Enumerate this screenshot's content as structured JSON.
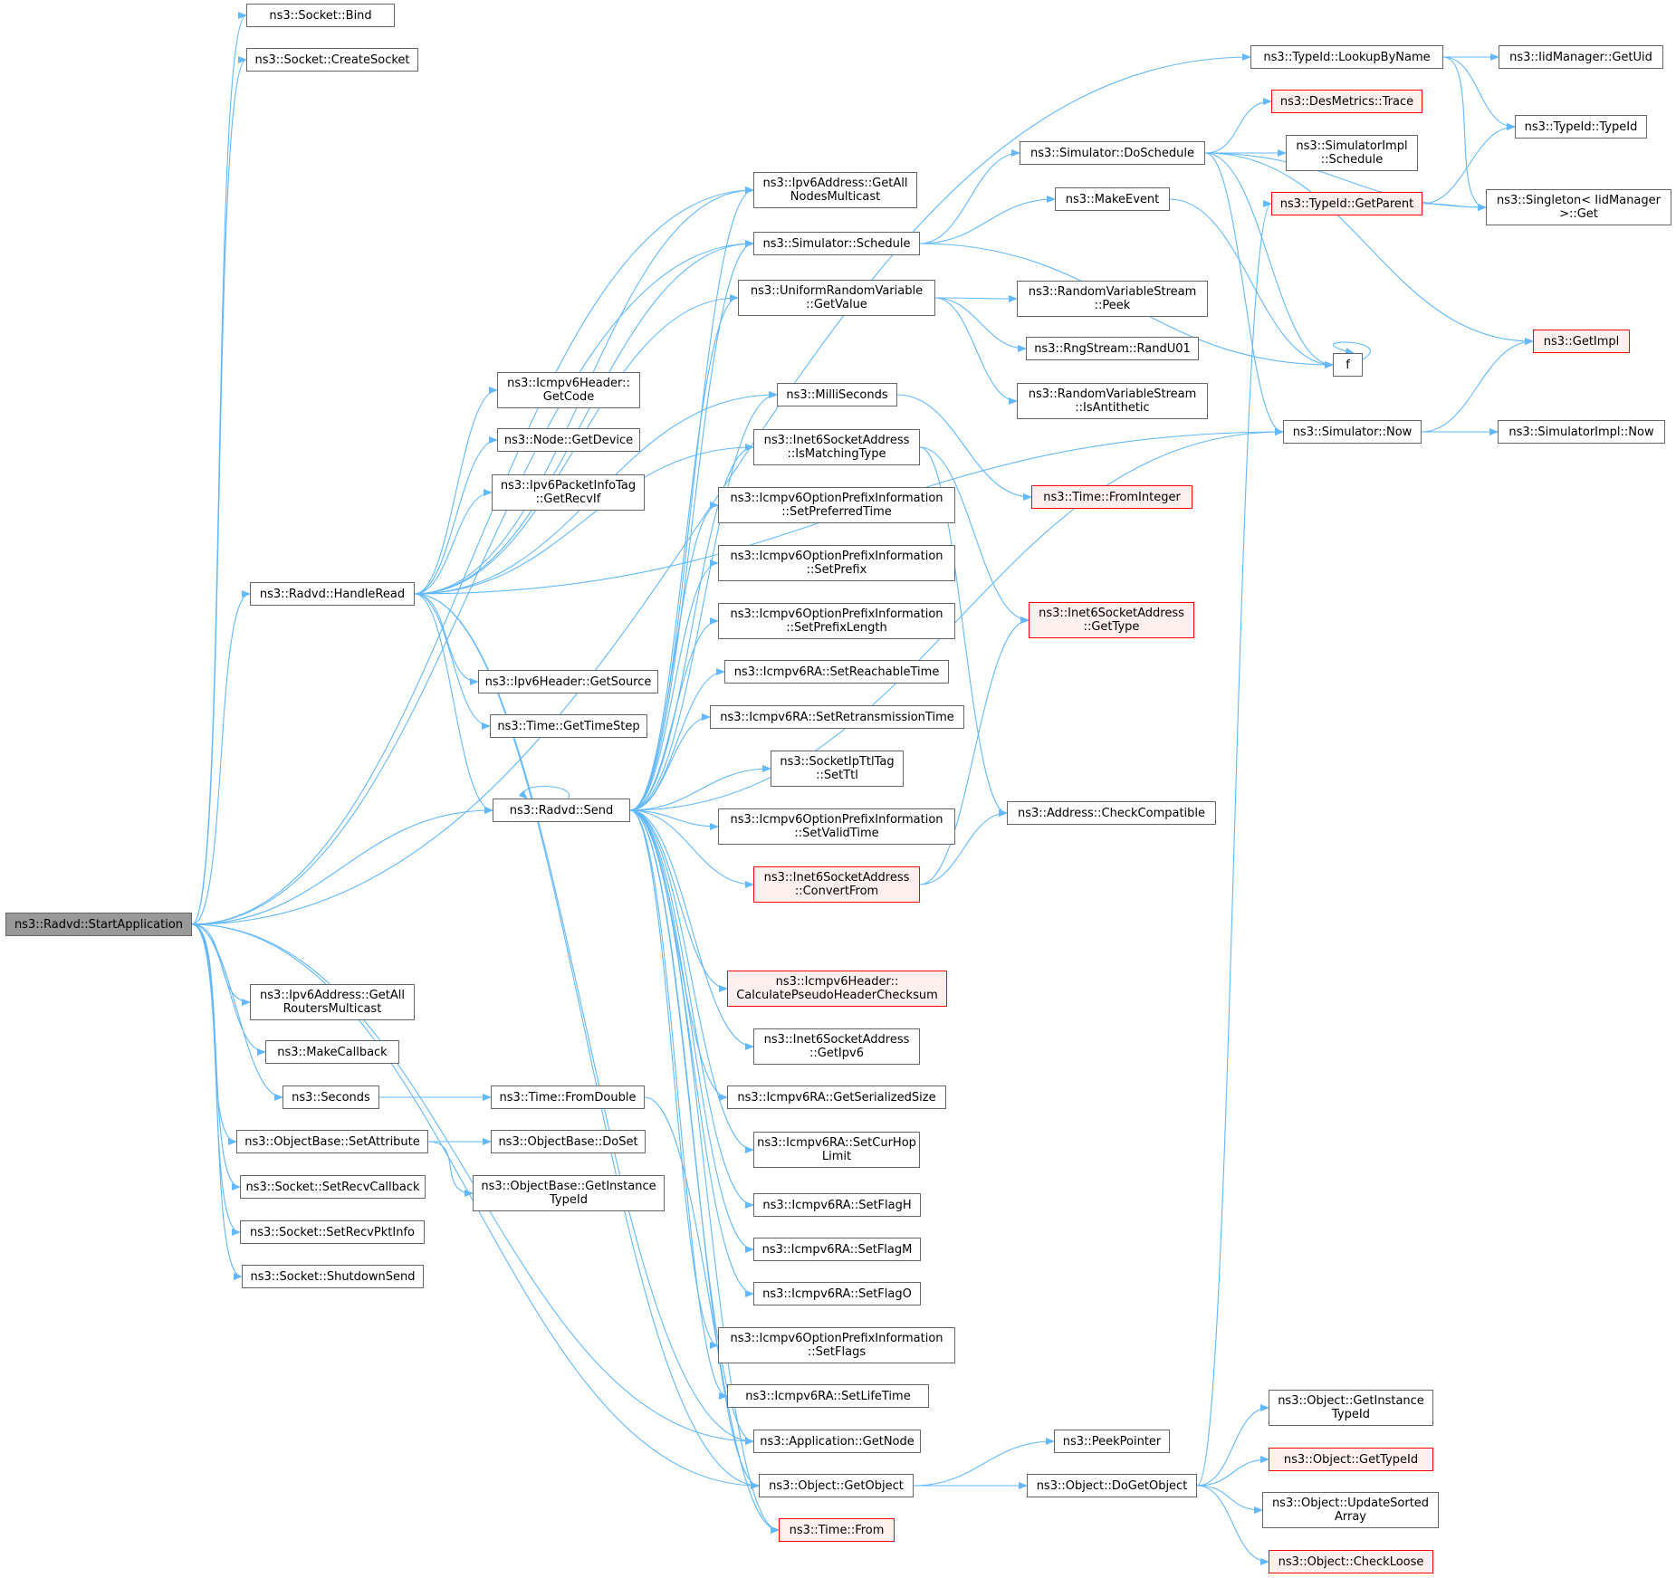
{
  "diagram": {
    "title": "",
    "root": "ns3::Radvd::StartApplication",
    "colors": {
      "edge": "#63b8ff",
      "node_border": "#666666",
      "node_fill": "#ffffff",
      "current_fill": "#999999",
      "truncated_border": "#ff0000",
      "truncated_fill": "#fff0f0"
    },
    "nodes": [
      {
        "id": "start",
        "lines": [
          "ns3::Radvd::StartApplication"
        ],
        "style": "current"
      },
      {
        "id": "bind",
        "lines": [
          "ns3::Socket::Bind"
        ]
      },
      {
        "id": "createsocket",
        "lines": [
          "ns3::Socket::CreateSocket"
        ]
      },
      {
        "id": "getallnodes",
        "lines": [
          "ns3::Ipv6Address::GetAll",
          "NodesMulticast"
        ]
      },
      {
        "id": "schedule",
        "lines": [
          "ns3::Simulator::Schedule"
        ]
      },
      {
        "id": "urvgetvalue",
        "lines": [
          "ns3::UniformRandomVariable",
          "::GetValue"
        ]
      },
      {
        "id": "icmpgetcode",
        "lines": [
          "ns3::Icmpv6Header::",
          "GetCode"
        ]
      },
      {
        "id": "nodegetdevice",
        "lines": [
          "ns3::Node::GetDevice"
        ]
      },
      {
        "id": "getrecvif",
        "lines": [
          "ns3::Ipv6PacketInfoTag",
          "::GetRecvIf"
        ]
      },
      {
        "id": "handleread",
        "lines": [
          "ns3::Radvd::HandleRead"
        ]
      },
      {
        "id": "getsource",
        "lines": [
          "ns3::Ipv6Header::GetSource"
        ]
      },
      {
        "id": "gettimestep",
        "lines": [
          "ns3::Time::GetTimeStep"
        ]
      },
      {
        "id": "send",
        "lines": [
          "ns3::Radvd::Send"
        ]
      },
      {
        "id": "getallrouters",
        "lines": [
          "ns3::Ipv6Address::GetAll",
          "RoutersMulticast"
        ]
      },
      {
        "id": "makecallback",
        "lines": [
          "ns3::MakeCallback"
        ]
      },
      {
        "id": "seconds",
        "lines": [
          "ns3::Seconds"
        ]
      },
      {
        "id": "setattribute",
        "lines": [
          "ns3::ObjectBase::SetAttribute"
        ]
      },
      {
        "id": "setrecvcallback",
        "lines": [
          "ns3::Socket::SetRecvCallback"
        ]
      },
      {
        "id": "setrecvpktinfo",
        "lines": [
          "ns3::Socket::SetRecvPktInfo"
        ]
      },
      {
        "id": "shutdownsend",
        "lines": [
          "ns3::Socket::ShutdownSend"
        ]
      },
      {
        "id": "fromdouble",
        "lines": [
          "ns3::Time::FromDouble"
        ]
      },
      {
        "id": "doset",
        "lines": [
          "ns3::ObjectBase::DoSet"
        ]
      },
      {
        "id": "obgetinstancetypeid",
        "lines": [
          "ns3::ObjectBase::GetInstance",
          "TypeId"
        ]
      },
      {
        "id": "milliseconds",
        "lines": [
          "ns3::MilliSeconds"
        ]
      },
      {
        "id": "ismatchingtype",
        "lines": [
          "ns3::Inet6SocketAddress",
          "::IsMatchingType"
        ]
      },
      {
        "id": "setpreferredtime",
        "lines": [
          "ns3::Icmpv6OptionPrefixInformation",
          "::SetPreferredTime"
        ]
      },
      {
        "id": "setprefix",
        "lines": [
          "ns3::Icmpv6OptionPrefixInformation",
          "::SetPrefix"
        ]
      },
      {
        "id": "setprefixlength",
        "lines": [
          "ns3::Icmpv6OptionPrefixInformation",
          "::SetPrefixLength"
        ]
      },
      {
        "id": "setreachabletime",
        "lines": [
          "ns3::Icmpv6RA::SetReachableTime"
        ]
      },
      {
        "id": "setretranstime",
        "lines": [
          "ns3::Icmpv6RA::SetRetransmissionTime"
        ]
      },
      {
        "id": "setttl",
        "lines": [
          "ns3::SocketIpTtlTag",
          "::SetTtl"
        ]
      },
      {
        "id": "setvalidtime",
        "lines": [
          "ns3::Icmpv6OptionPrefixInformation",
          "::SetValidTime"
        ]
      },
      {
        "id": "convertfrom",
        "lines": [
          "ns3::Inet6SocketAddress",
          "::ConvertFrom"
        ],
        "style": "truncated"
      },
      {
        "id": "calcpseudo",
        "lines": [
          "ns3::Icmpv6Header::",
          "CalculatePseudoHeaderChecksum"
        ],
        "style": "truncated"
      },
      {
        "id": "getipv6",
        "lines": [
          "ns3::Inet6SocketAddress",
          "::GetIpv6"
        ]
      },
      {
        "id": "getserializedsize",
        "lines": [
          "ns3::Icmpv6RA::GetSerializedSize"
        ]
      },
      {
        "id": "setcurhoplimit",
        "lines": [
          "ns3::Icmpv6RA::SetCurHop",
          "Limit"
        ]
      },
      {
        "id": "setflagh",
        "lines": [
          "ns3::Icmpv6RA::SetFlagH"
        ]
      },
      {
        "id": "setflagm",
        "lines": [
          "ns3::Icmpv6RA::SetFlagM"
        ]
      },
      {
        "id": "setflago",
        "lines": [
          "ns3::Icmpv6RA::SetFlagO"
        ]
      },
      {
        "id": "setflags",
        "lines": [
          "ns3::Icmpv6OptionPrefixInformation",
          "::SetFlags"
        ]
      },
      {
        "id": "setlifetime",
        "lines": [
          "ns3::Icmpv6RA::SetLifeTime"
        ]
      },
      {
        "id": "appgetnode",
        "lines": [
          "ns3::Application::GetNode"
        ]
      },
      {
        "id": "objgetobject",
        "lines": [
          "ns3::Object::GetObject"
        ]
      },
      {
        "id": "timefrom",
        "lines": [
          "ns3::Time::From"
        ],
        "style": "truncated"
      },
      {
        "id": "lookupbyname",
        "lines": [
          "ns3::TypeId::LookupByName"
        ]
      },
      {
        "id": "getuid",
        "lines": [
          "ns3::IidManager::GetUid"
        ]
      },
      {
        "id": "destrace",
        "lines": [
          "ns3::DesMetrics::Trace"
        ],
        "style": "truncated"
      },
      {
        "id": "typeidtypeid",
        "lines": [
          "ns3::TypeId::TypeId"
        ]
      },
      {
        "id": "doschedule",
        "lines": [
          "ns3::Simulator::DoSchedule"
        ]
      },
      {
        "id": "simimplschedule",
        "lines": [
          "ns3::SimulatorImpl",
          "::Schedule"
        ]
      },
      {
        "id": "getparent",
        "lines": [
          "ns3::TypeId::GetParent"
        ],
        "style": "truncated"
      },
      {
        "id": "singletonget",
        "lines": [
          "ns3::Singleton< IidManager",
          ">::Get"
        ]
      },
      {
        "id": "makeevent",
        "lines": [
          "ns3::MakeEvent"
        ]
      },
      {
        "id": "rvspeek",
        "lines": [
          "ns3::RandomVariableStream",
          "::Peek"
        ]
      },
      {
        "id": "randu01",
        "lines": [
          "ns3::RngStream::RandU01"
        ]
      },
      {
        "id": "isantithetic",
        "lines": [
          "ns3::RandomVariableStream",
          "::IsAntithetic"
        ]
      },
      {
        "id": "f",
        "lines": [
          "f"
        ]
      },
      {
        "id": "getimpl",
        "lines": [
          "ns3::GetImpl"
        ],
        "style": "truncated"
      },
      {
        "id": "simnow",
        "lines": [
          "ns3::Simulator::Now"
        ]
      },
      {
        "id": "simimplnow",
        "lines": [
          "ns3::SimulatorImpl::Now"
        ]
      },
      {
        "id": "frominteger",
        "lines": [
          "ns3::Time::FromInteger"
        ],
        "style": "truncated"
      },
      {
        "id": "gettype",
        "lines": [
          "ns3::Inet6SocketAddress",
          "::GetType"
        ],
        "style": "truncated"
      },
      {
        "id": "checkcompatible",
        "lines": [
          "ns3::Address::CheckCompatible"
        ]
      },
      {
        "id": "peekpointer",
        "lines": [
          "ns3::PeekPointer"
        ]
      },
      {
        "id": "dogetobject",
        "lines": [
          "ns3::Object::DoGetObject"
        ]
      },
      {
        "id": "objgetinstancetypeid",
        "lines": [
          "ns3::Object::GetInstance",
          "TypeId"
        ]
      },
      {
        "id": "objgettypeid",
        "lines": [
          "ns3::Object::GetTypeId"
        ],
        "style": "truncated"
      },
      {
        "id": "updatesorted",
        "lines": [
          "ns3::Object::UpdateSorted",
          "Array"
        ]
      },
      {
        "id": "checkloose",
        "lines": [
          "ns3::Object::CheckLoose"
        ],
        "style": "truncated"
      }
    ],
    "edges": [
      [
        "start",
        "bind"
      ],
      [
        "start",
        "createsocket"
      ],
      [
        "start",
        "lookupbyname"
      ],
      [
        "start",
        "getallnodes"
      ],
      [
        "start",
        "schedule"
      ],
      [
        "start",
        "handleread"
      ],
      [
        "start",
        "send"
      ],
      [
        "start",
        "getallrouters"
      ],
      [
        "start",
        "makecallback"
      ],
      [
        "start",
        "seconds"
      ],
      [
        "start",
        "setattribute"
      ],
      [
        "start",
        "setrecvcallback"
      ],
      [
        "start",
        "setrecvpktinfo"
      ],
      [
        "start",
        "shutdownsend"
      ],
      [
        "start",
        "appgetnode"
      ],
      [
        "start",
        "objgetobject"
      ],
      [
        "handleread",
        "getallnodes"
      ],
      [
        "handleread",
        "schedule"
      ],
      [
        "handleread",
        "urvgetvalue"
      ],
      [
        "handleread",
        "icmpgetcode"
      ],
      [
        "handleread",
        "nodegetdevice"
      ],
      [
        "handleread",
        "getrecvif"
      ],
      [
        "handleread",
        "milliseconds"
      ],
      [
        "handleread",
        "ismatchingtype"
      ],
      [
        "handleread",
        "simnow"
      ],
      [
        "handleread",
        "getsource"
      ],
      [
        "handleread",
        "gettimestep"
      ],
      [
        "handleread",
        "send"
      ],
      [
        "handleread",
        "objgetobject"
      ],
      [
        "handleread",
        "appgetnode"
      ],
      [
        "send",
        "send"
      ],
      [
        "send",
        "getallnodes"
      ],
      [
        "send",
        "schedule"
      ],
      [
        "send",
        "urvgetvalue"
      ],
      [
        "send",
        "milliseconds"
      ],
      [
        "send",
        "ismatchingtype"
      ],
      [
        "send",
        "setpreferredtime"
      ],
      [
        "send",
        "setprefix"
      ],
      [
        "send",
        "setprefixlength"
      ],
      [
        "send",
        "setreachabletime"
      ],
      [
        "send",
        "setretranstime"
      ],
      [
        "send",
        "setttl"
      ],
      [
        "send",
        "setvalidtime"
      ],
      [
        "send",
        "convertfrom"
      ],
      [
        "send",
        "simnow"
      ],
      [
        "send",
        "calcpseudo"
      ],
      [
        "send",
        "getipv6"
      ],
      [
        "send",
        "getserializedsize"
      ],
      [
        "send",
        "setcurhoplimit"
      ],
      [
        "send",
        "setflagh"
      ],
      [
        "send",
        "setflagm"
      ],
      [
        "send",
        "setflago"
      ],
      [
        "send",
        "setflags"
      ],
      [
        "send",
        "setlifetime"
      ],
      [
        "send",
        "appgetnode"
      ],
      [
        "send",
        "objgetobject"
      ],
      [
        "send",
        "timefrom"
      ],
      [
        "seconds",
        "fromdouble"
      ],
      [
        "setattribute",
        "doset"
      ],
      [
        "setattribute",
        "obgetinstancetypeid"
      ],
      [
        "fromdouble",
        "timefrom"
      ],
      [
        "lookupbyname",
        "getuid"
      ],
      [
        "lookupbyname",
        "typeidtypeid"
      ],
      [
        "lookupbyname",
        "singletonget"
      ],
      [
        "schedule",
        "doschedule"
      ],
      [
        "schedule",
        "makeevent"
      ],
      [
        "schedule",
        "f"
      ],
      [
        "doschedule",
        "destrace"
      ],
      [
        "doschedule",
        "simimplschedule"
      ],
      [
        "doschedule",
        "singletonget"
      ],
      [
        "doschedule",
        "getimpl"
      ],
      [
        "doschedule",
        "simnow"
      ],
      [
        "doschedule",
        "f"
      ],
      [
        "getparent",
        "typeidtypeid"
      ],
      [
        "getparent",
        "singletonget"
      ],
      [
        "makeevent",
        "f"
      ],
      [
        "f",
        "f"
      ],
      [
        "urvgetvalue",
        "rvspeek"
      ],
      [
        "urvgetvalue",
        "randu01"
      ],
      [
        "urvgetvalue",
        "isantithetic"
      ],
      [
        "milliseconds",
        "frominteger"
      ],
      [
        "ismatchingtype",
        "gettype"
      ],
      [
        "ismatchingtype",
        "checkcompatible"
      ],
      [
        "convertfrom",
        "gettype"
      ],
      [
        "convertfrom",
        "checkcompatible"
      ],
      [
        "simnow",
        "getimpl"
      ],
      [
        "simnow",
        "simimplnow"
      ],
      [
        "objgetobject",
        "peekpointer"
      ],
      [
        "objgetobject",
        "dogetobject"
      ],
      [
        "dogetobject",
        "getparent"
      ],
      [
        "dogetobject",
        "objgetinstancetypeid"
      ],
      [
        "dogetobject",
        "objgettypeid"
      ],
      [
        "dogetobject",
        "updatesorted"
      ],
      [
        "dogetobject",
        "checkloose"
      ]
    ]
  }
}
